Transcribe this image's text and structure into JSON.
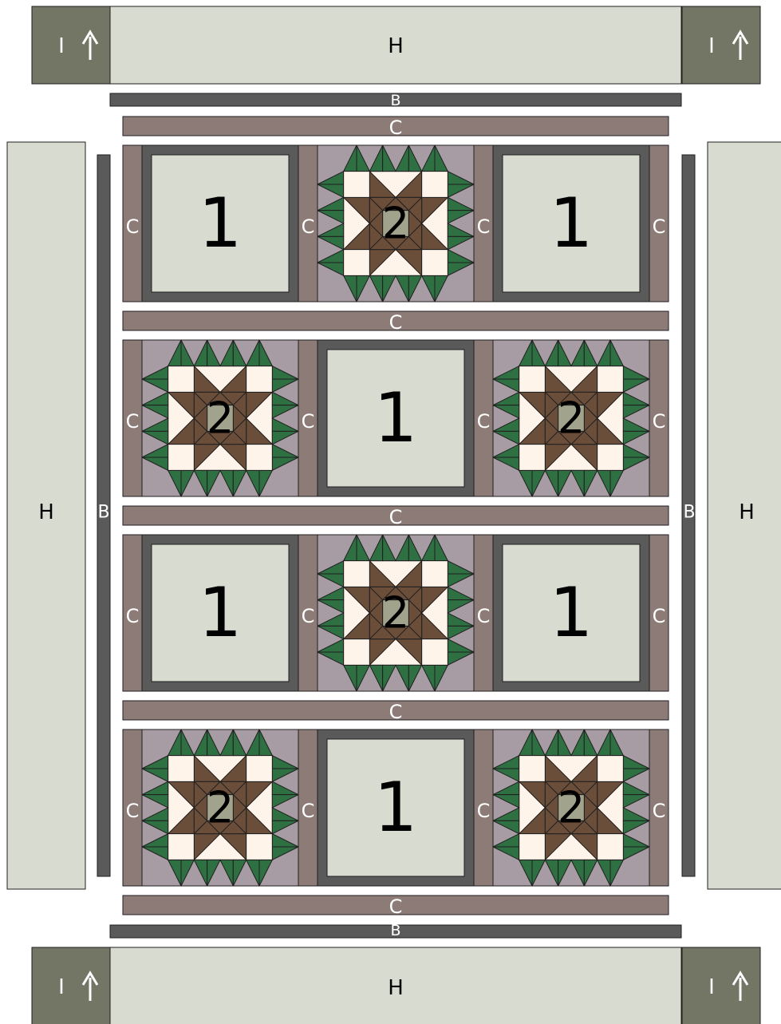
{
  "labels": {
    "outer_border": "H",
    "corner": "I",
    "inner_border": "B",
    "sashing": "C",
    "plain_block": "1",
    "star_block": "2"
  },
  "colors": {
    "light_sage": "#d8dbcf",
    "dark_olive": "#737565",
    "charcoal": "#5a5a5a",
    "mauve_brown": "#8c7b76",
    "lavender_grey": "#a89ca4",
    "green": "#2f7042",
    "brown": "#6b4e3a",
    "cream": "#fff4ea",
    "khaki": "#a2a38d",
    "outline": "#1f1f1f",
    "white": "#ffffff"
  },
  "block_grid": [
    [
      "1",
      "2",
      "1"
    ],
    [
      "2",
      "1",
      "2"
    ],
    [
      "1",
      "2",
      "1"
    ],
    [
      "2",
      "1",
      "2"
    ]
  ]
}
